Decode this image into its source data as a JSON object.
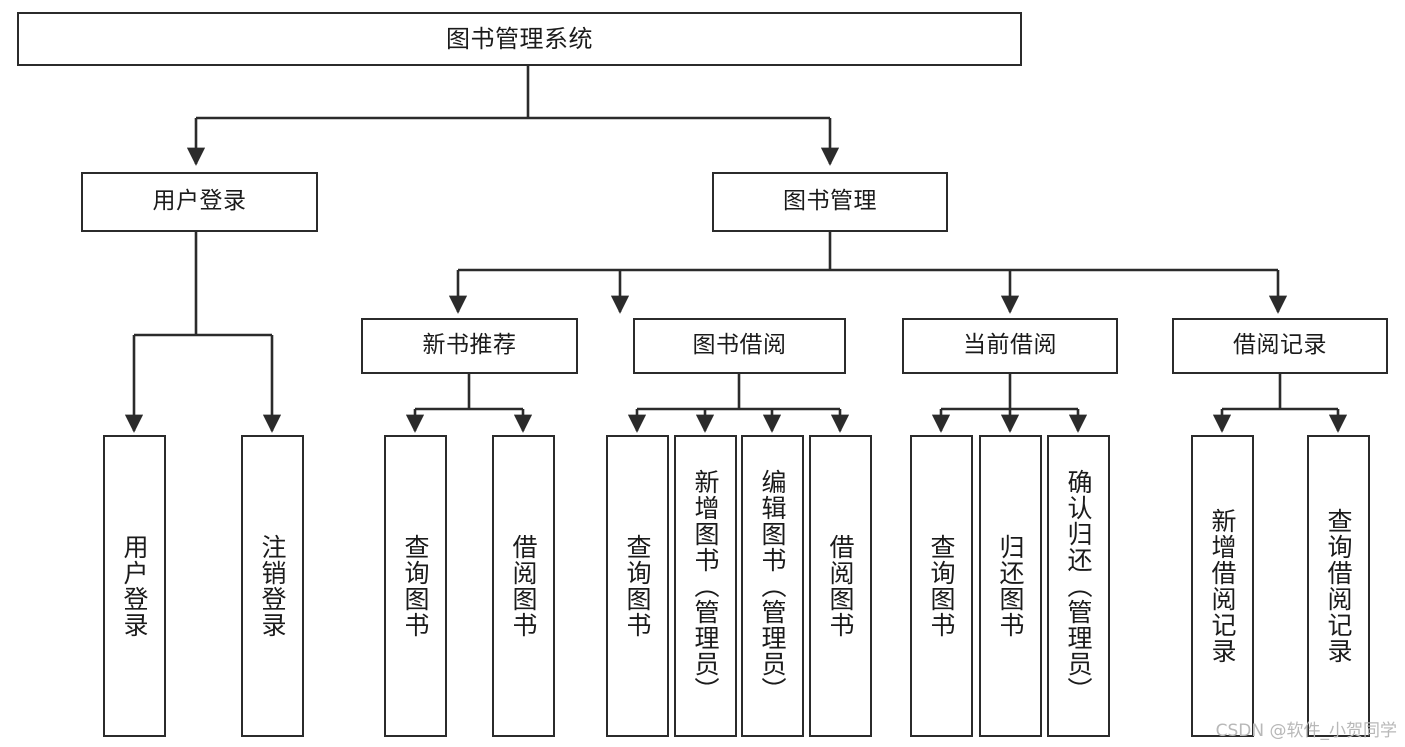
{
  "diagram": {
    "type": "tree",
    "title": "图书管理系统",
    "watermark": "CSDN @软件_小贺同学",
    "nodes": {
      "root": {
        "label": "图书管理系统"
      },
      "tier2": [
        {
          "id": "user-login",
          "label": "用户登录"
        },
        {
          "id": "book-management",
          "label": "图书管理"
        }
      ],
      "tier3": [
        {
          "id": "new-book-recommend",
          "label": "新书推荐"
        },
        {
          "id": "book-borrow",
          "label": "图书借阅"
        },
        {
          "id": "current-borrow",
          "label": "当前借阅"
        },
        {
          "id": "borrow-record",
          "label": "借阅记录"
        }
      ],
      "leaves": {
        "user_login": [
          {
            "id": "leaf-user-login",
            "label": "用户登录"
          },
          {
            "id": "leaf-logout-login",
            "label": "注销登录"
          }
        ],
        "new_book_recommend": [
          {
            "id": "leaf-query-book-1",
            "label": "查询图书"
          },
          {
            "id": "leaf-borrow-book-1",
            "label": "借阅图书"
          }
        ],
        "book_borrow": [
          {
            "id": "leaf-query-book-2",
            "label": "查询图书"
          },
          {
            "id": "leaf-add-book",
            "label": "新增图书（管理员）"
          },
          {
            "id": "leaf-edit-book",
            "label": "编辑图书（管理员）"
          },
          {
            "id": "leaf-borrow-book-2",
            "label": "借阅图书"
          }
        ],
        "current_borrow": [
          {
            "id": "leaf-query-book-3",
            "label": "查询图书"
          },
          {
            "id": "leaf-return-book",
            "label": "归还图书"
          },
          {
            "id": "leaf-confirm-return",
            "label": "确认归还（管理员）"
          }
        ],
        "borrow_record": [
          {
            "id": "leaf-add-borrow-record",
            "label": "新增借阅记录"
          },
          {
            "id": "leaf-query-borrow-record",
            "label": "查询借阅记录"
          }
        ]
      }
    },
    "colors": {
      "stroke": "#2b2b2b",
      "background": "#ffffff",
      "text": "#1b1b1b",
      "watermark": "#b8b8b8"
    }
  }
}
